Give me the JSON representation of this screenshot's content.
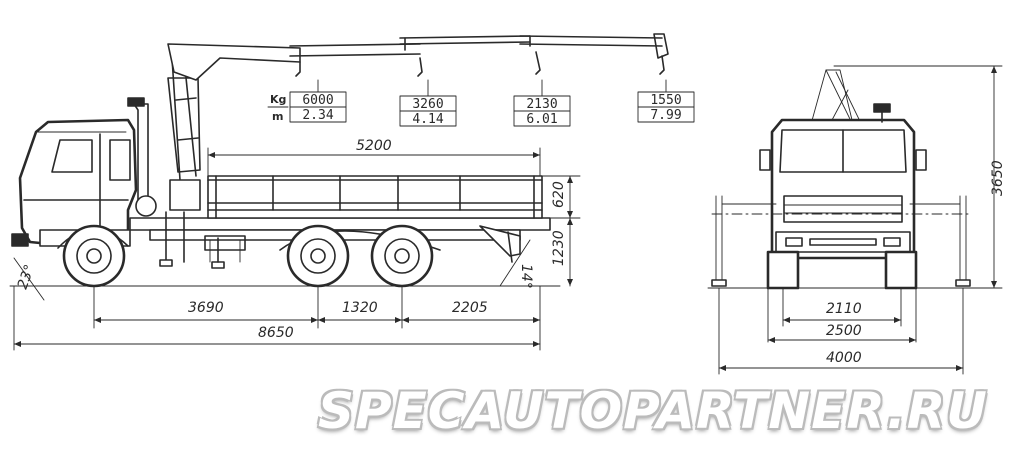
{
  "load_chart": {
    "units": {
      "mass": "Kg",
      "reach": "m"
    },
    "positions": [
      {
        "mass": "6000",
        "reach": "2.34"
      },
      {
        "mass": "3260",
        "reach": "4.14"
      },
      {
        "mass": "2130",
        "reach": "6.01"
      },
      {
        "mass": "1550",
        "reach": "7.99"
      }
    ]
  },
  "side_view": {
    "body_length": "5200",
    "side_height": "620",
    "platform_height": "1230",
    "front_angle": "23°",
    "rear_angle": "14°",
    "front_axle_to_bogie": "3690",
    "bogie_spacing": "1320",
    "rear_overhang": "2205",
    "overall_length": "8650"
  },
  "front_view": {
    "overall_height": "3650",
    "track_width": "2110",
    "overall_width": "2500",
    "outrigger_span": "4000"
  },
  "watermark": "SPECAUTOPARTNER.RU"
}
